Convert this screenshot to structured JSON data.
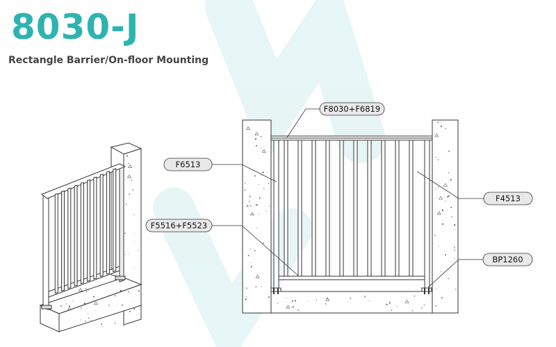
{
  "header": {
    "title": "8030-J",
    "subtitle": "Rectangle Barrier/On-floor Mounting"
  },
  "colors": {
    "title": "#2fb3b1",
    "subtitle": "#444444",
    "line": "#333333",
    "label_fill": "#e9e9e9",
    "watermark": "#d4efee"
  },
  "callouts": [
    {
      "id": "top-rail",
      "label": "F8030+F6819"
    },
    {
      "id": "post",
      "label": "F6513"
    },
    {
      "id": "bottom-rail",
      "label": "F5516+F5523"
    },
    {
      "id": "picket",
      "label": "F4513"
    },
    {
      "id": "base-plate",
      "label": "BP1260"
    }
  ]
}
